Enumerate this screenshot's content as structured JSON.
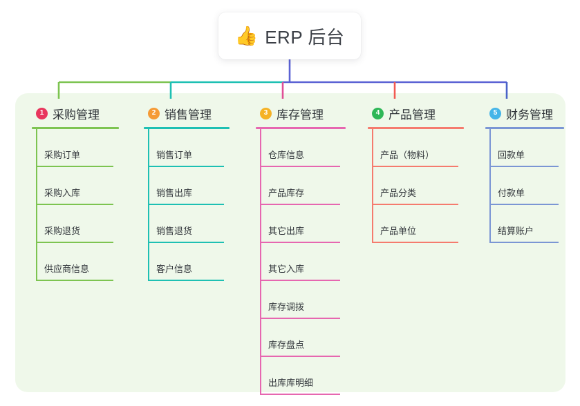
{
  "root": {
    "icon": "thumbs-up-emoji",
    "emoji": "👍",
    "title": "ERP 后台"
  },
  "panel": {
    "background": "#eff8ea"
  },
  "bus": {
    "segment_colors": [
      "#7dc451",
      "#1ec0b3",
      "#5b62d4",
      "#5b62d4"
    ],
    "root_drop_color": "#5b62d4"
  },
  "columns": [
    {
      "number": "1",
      "title": "采购管理",
      "badge_color": "#e8365d",
      "line_color": "#7dc451",
      "stub_color": "#7dc451",
      "items": [
        "采购订单",
        "采购入库",
        "采购退货",
        "供应商信息"
      ]
    },
    {
      "number": "2",
      "title": "销售管理",
      "badge_color": "#f59a35",
      "line_color": "#1ec0b3",
      "stub_color": "#1ec0b3",
      "items": [
        "销售订单",
        "销售出库",
        "销售退货",
        "客户信息"
      ]
    },
    {
      "number": "3",
      "title": "库存管理",
      "badge_color": "#f5b225",
      "line_color": "#e667b0",
      "stub_color": "#e04f96",
      "items": [
        "仓库信息",
        "产品库存",
        "其它出库",
        "其它入库",
        "库存调拨",
        "库存盘点",
        "出库库明细"
      ]
    },
    {
      "number": "4",
      "title": "产品管理",
      "badge_color": "#2eb757",
      "line_color": "#f57b6e",
      "stub_color": "#f25a52",
      "items": [
        "产品（物料）",
        "产品分类",
        "产品单位"
      ]
    },
    {
      "number": "5",
      "title": "财务管理",
      "badge_color": "#45b5e8",
      "line_color": "#7b96d4",
      "stub_color": "#4a63c8",
      "items": [
        "回款单",
        "付款单",
        "结算账户"
      ]
    }
  ]
}
